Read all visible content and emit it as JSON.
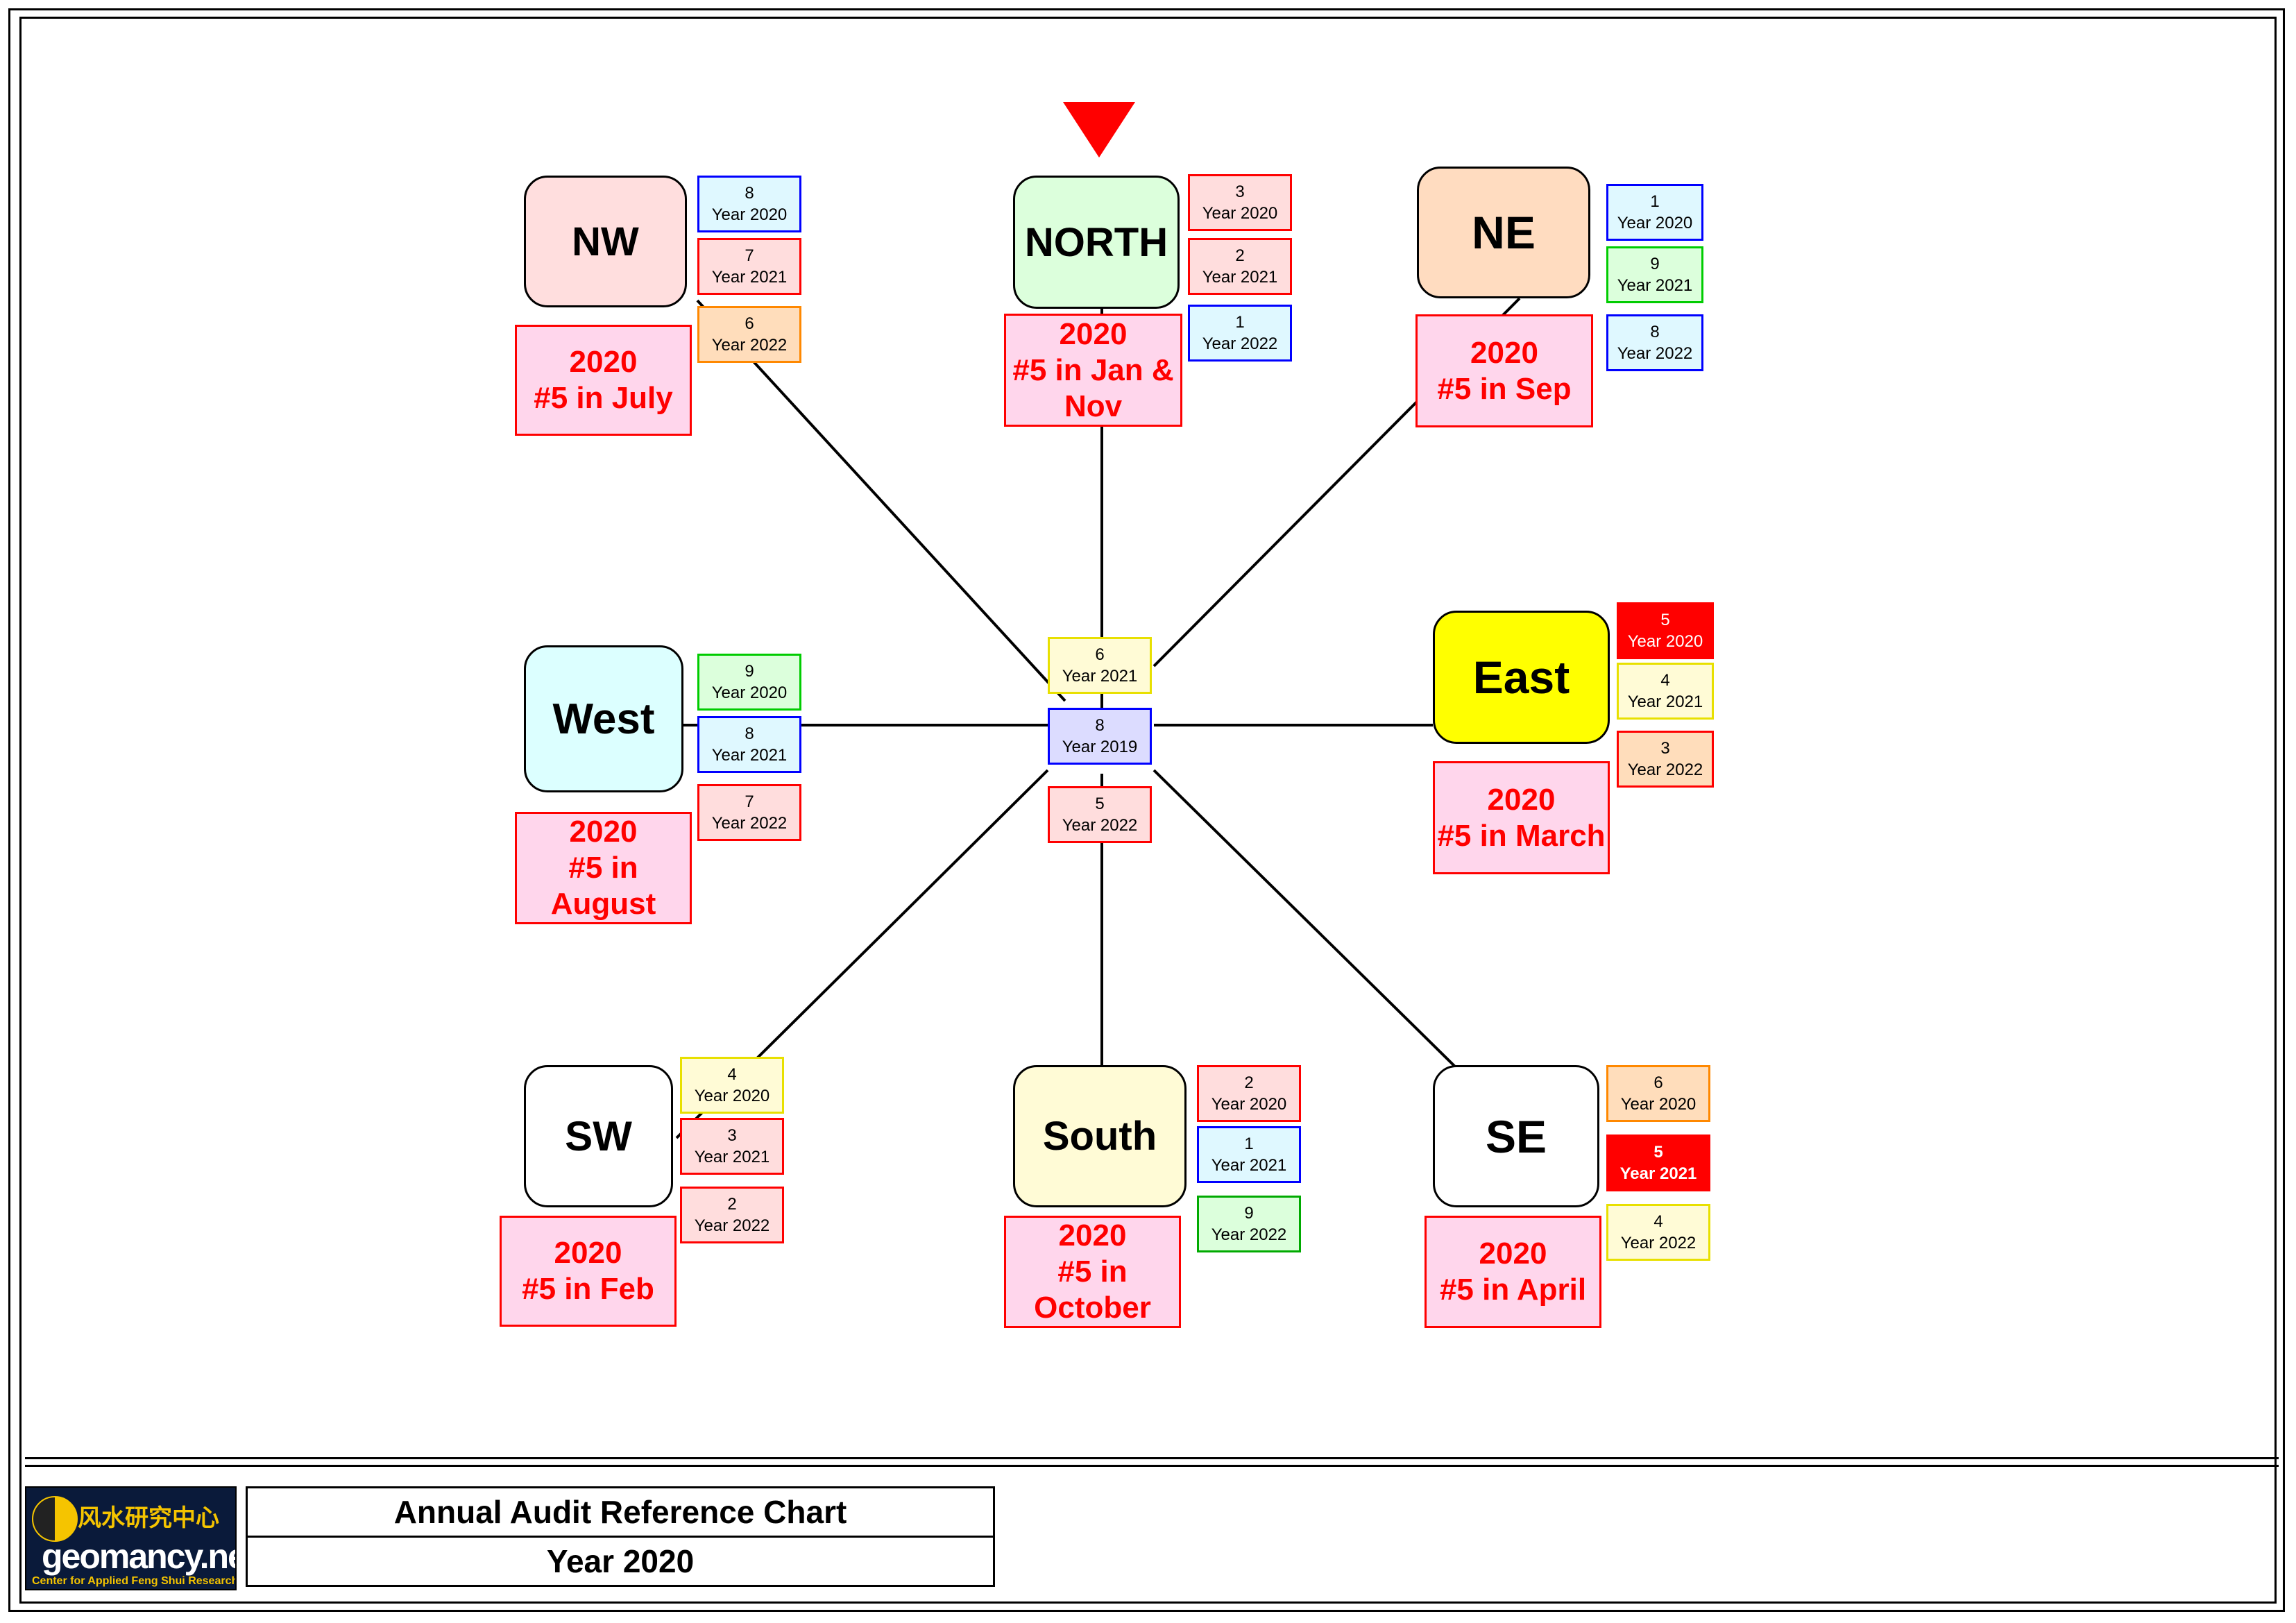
{
  "pointer_color": "#ff0000",
  "center": {
    "top": {
      "number": "6",
      "year": "Year 2021",
      "bg": "#fffbd6",
      "border": "#e8e000"
    },
    "middle": {
      "number": "8",
      "year": "Year 2019",
      "bg": "#dcdcff",
      "border": "#0000ff"
    },
    "bottom": {
      "number": "5",
      "year": "Year 2022",
      "bg": "#ffdddd",
      "border": "#ff0000"
    }
  },
  "sectors": {
    "nw": {
      "label": "NW",
      "bg": "#ffdede",
      "note": "2020\n#5 in July",
      "stars": [
        {
          "number": "8",
          "year": "Year 2020",
          "bg": "#dff8ff",
          "border": "#0000ff"
        },
        {
          "number": "7",
          "year": "Year 2021",
          "bg": "#ffdddd",
          "border": "#ff0000"
        },
        {
          "number": "6",
          "year": "Year 2022",
          "bg": "#ffddbb",
          "border": "#ff8800"
        }
      ]
    },
    "north": {
      "label": "NORTH",
      "bg": "#dcffdc",
      "note": "2020\n#5 in Jan &\nNov",
      "stars": [
        {
          "number": "3",
          "year": "Year 2020",
          "bg": "#ffdddd",
          "border": "#ff0000"
        },
        {
          "number": "2",
          "year": "Year 2021",
          "bg": "#ffdddd",
          "border": "#ff0000"
        },
        {
          "number": "1",
          "year": "Year 2022",
          "bg": "#dff8ff",
          "border": "#0000ff"
        }
      ]
    },
    "ne": {
      "label": "NE",
      "bg": "#ffdcc0",
      "note": "2020\n#5 in Sep",
      "stars": [
        {
          "number": "1",
          "year": "Year 2020",
          "bg": "#dff8ff",
          "border": "#0000ff"
        },
        {
          "number": "9",
          "year": "Year 2021",
          "bg": "#dcffdc",
          "border": "#00cc00"
        },
        {
          "number": "8",
          "year": "Year 2022",
          "bg": "#dff8ff",
          "border": "#0000ff"
        }
      ]
    },
    "west": {
      "label": "West",
      "bg": "#dcffff",
      "note": "2020\n#5 in\nAugust",
      "stars": [
        {
          "number": "9",
          "year": "Year 2020",
          "bg": "#dcffdc",
          "border": "#00cc00"
        },
        {
          "number": "8",
          "year": "Year 2021",
          "bg": "#dff8ff",
          "border": "#0000ff"
        },
        {
          "number": "7",
          "year": "Year 2022",
          "bg": "#ffdddd",
          "border": "#ff0000"
        }
      ]
    },
    "east": {
      "label": "East",
      "bg": "#ffff00",
      "note": "2020\n#5 in March",
      "stars": [
        {
          "number": "5",
          "year": "Year 2020",
          "bg": "#ff0000",
          "border": "#ff0000",
          "color": "#ffffff"
        },
        {
          "number": "4",
          "year": "Year 2021",
          "bg": "#fffbd6",
          "border": "#e8e000"
        },
        {
          "number": "3",
          "year": "Year 2022",
          "bg": "#ffddbb",
          "border": "#ff0000"
        }
      ]
    },
    "sw": {
      "label": "SW",
      "bg": "#ffffff",
      "note": "2020\n#5 in Feb",
      "stars": [
        {
          "number": "4",
          "year": "Year 2020",
          "bg": "#fffbd6",
          "border": "#e8e000"
        },
        {
          "number": "3",
          "year": "Year 2021",
          "bg": "#ffdddd",
          "border": "#ff0000"
        },
        {
          "number": "2",
          "year": "Year 2022",
          "bg": "#ffdddd",
          "border": "#ff0000"
        }
      ]
    },
    "south": {
      "label": "South",
      "bg": "#fffbd6",
      "note": "2020\n#5 in\nOctober",
      "stars": [
        {
          "number": "2",
          "year": "Year 2020",
          "bg": "#ffdddd",
          "border": "#ff0000"
        },
        {
          "number": "1",
          "year": "Year 2021",
          "bg": "#dff8ff",
          "border": "#0000ff"
        },
        {
          "number": "9",
          "year": "Year 2022",
          "bg": "#dcffdc",
          "border": "#00aa00"
        }
      ]
    },
    "se": {
      "label": "SE",
      "bg": "#ffffff",
      "note": "2020\n#5 in April",
      "stars": [
        {
          "number": "6",
          "year": "Year 2020",
          "bg": "#ffddbb",
          "border": "#ff8800"
        },
        {
          "number": "5",
          "year": "Year 2021",
          "bg": "#ff0000",
          "border": "#ff0000",
          "color": "#ffffff",
          "bold": true
        },
        {
          "number": "4",
          "year": "Year 2022",
          "bg": "#fffbd6",
          "border": "#e8e000"
        }
      ]
    }
  },
  "footer": {
    "title": "Annual Audit Reference Chart",
    "subtitle": "Year 2020",
    "logo": {
      "chinese": "风水研究中心",
      "site": "geomancy.net",
      "tagline": "Center for Applied Feng Shui Research"
    }
  }
}
